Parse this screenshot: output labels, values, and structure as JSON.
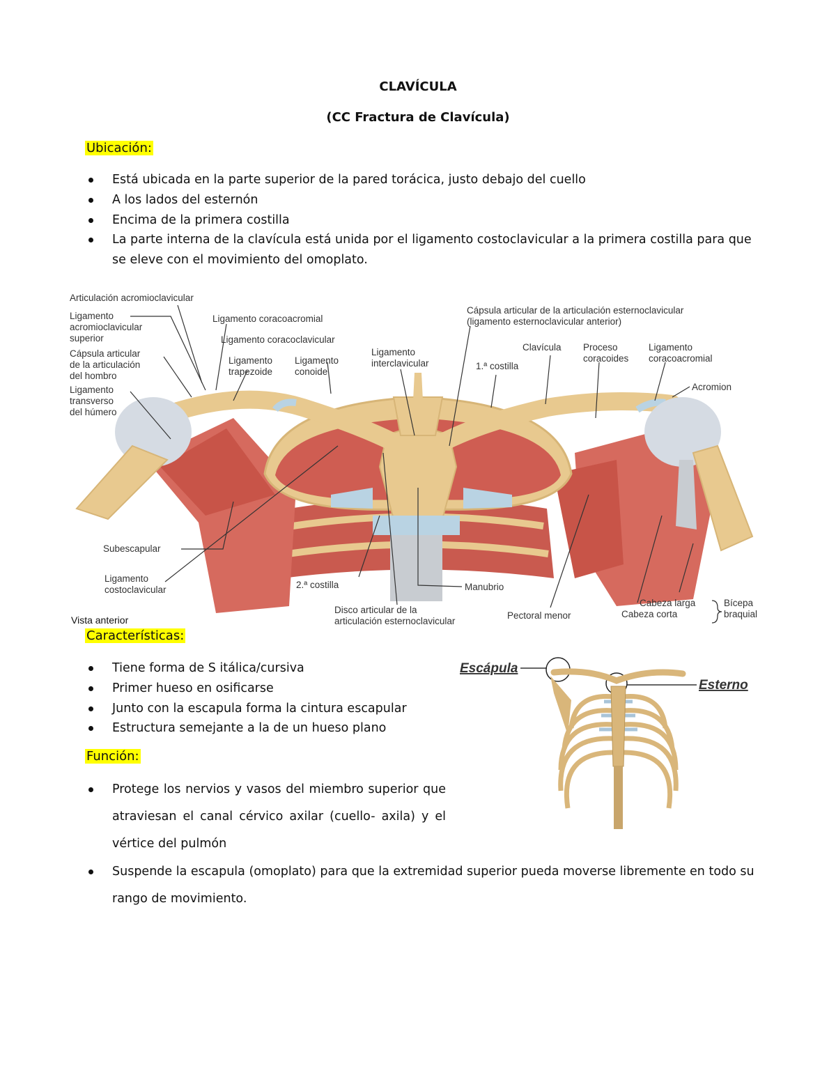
{
  "doc": {
    "title": "CLAVÍCULA",
    "subtitle": "(CC Fractura de Clavícula)"
  },
  "ubicacion": {
    "heading": "Ubicación:",
    "items": [
      "Está ubicada en la parte superior de la pared torácica, justo debajo del cuello",
      "A los lados del esternón",
      "Encima de la primera costilla",
      "La parte interna de la clavícula está unida por el ligamento costoclavicular a la primera costilla para que se eleve con el movimiento del omoplato."
    ]
  },
  "figure1": {
    "labels": {
      "art_acromio": "Articulación acromioclavicular",
      "lig_acromio_1": "Ligamento",
      "lig_acromio_2": "acromioclavicular",
      "lig_acromio_3": "superior",
      "capsula_1": "Cápsula articular",
      "capsula_2": "de la articulación",
      "capsula_3": "del hombro",
      "lig_transverso_1": "Ligamento",
      "lig_transverso_2": "transverso",
      "lig_transverso_3": "del húmero",
      "lig_coracoacromial": "Ligamento coracoacromial",
      "lig_coracoclavicular": "Ligamento coracoclavicular",
      "lig_trapezoide_1": "Ligamento",
      "lig_trapezoide_2": "trapezoide",
      "lig_conoide_1": "Ligamento",
      "lig_conoide_2": "conoide",
      "lig_inter_1": "Ligamento",
      "lig_inter_2": "interclavicular",
      "capsula_esterno_1": "Cápsula articular de la articulación esternoclavicular",
      "capsula_esterno_2": "(ligamento esternoclavicular anterior)",
      "primera_costilla": "1.ª costilla",
      "clavicula": "Clavícula",
      "proceso_1": "Proceso",
      "proceso_2": "coracoides",
      "lig_coracoacromial2_1": "Ligamento",
      "lig_coracoacromial2_2": "coracoacromial",
      "acromion": "Acromion",
      "subescapular": "Subescapular",
      "lig_costo_1": "Ligamento",
      "lig_costo_2": "costoclavicular",
      "segunda_costilla": "2.ª costilla",
      "manubrio": "Manubrio",
      "disco_1": "Disco articular de la",
      "disco_2": "articulación esternoclavicular",
      "pectoral": "Pectoral menor",
      "cabeza_larga": "Cabeza larga",
      "cabeza_corta": "Cabeza corta",
      "biceps_1": "Bícepa",
      "biceps_2": "braquial",
      "vista": "Vista anterior"
    }
  },
  "caracteristicas": {
    "heading": "Características:",
    "items": [
      "Tiene forma de S itálica/cursiva",
      "Primer hueso en osificarse",
      "Junto con la escapula forma la cintura escapular",
      "Estructura semejante a la de un hueso plano"
    ]
  },
  "figure2": {
    "escapula": "Escápula",
    "esterno": "Esterno"
  },
  "funcion": {
    "heading": "Función:",
    "item1": "Protege los nervios y vasos del miembro superior que atraviesan el canal cérvico axilar (cuello- axila) y el vértice del pulmón",
    "item2": "Suspende la escapula (omoplato) para que la extremidad superior pueda moverse libremente en todo su rango de movimiento."
  }
}
